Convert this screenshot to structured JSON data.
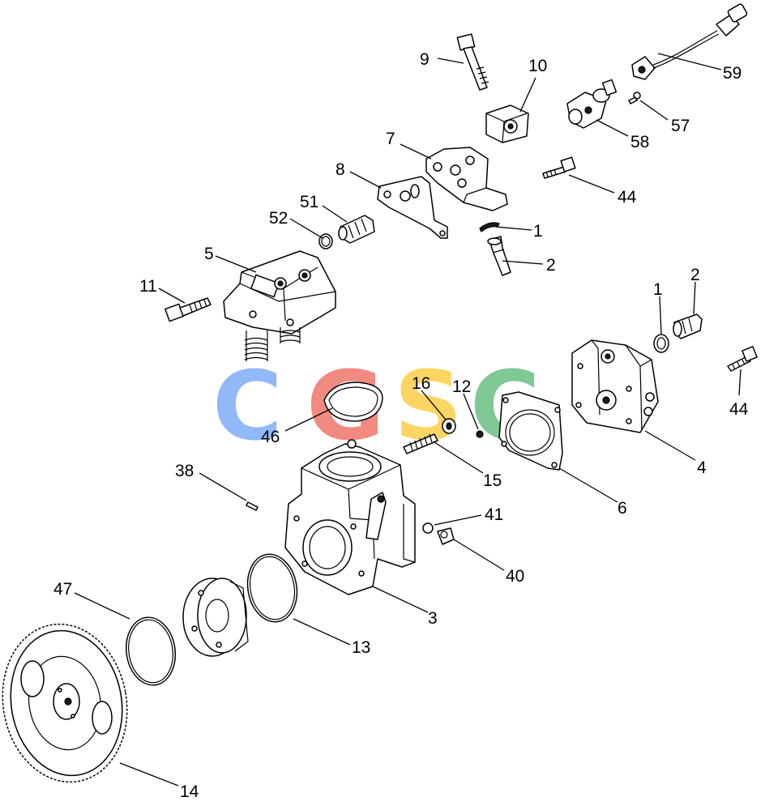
{
  "diagram": {
    "callouts": [
      {
        "id": "c9",
        "label": "9"
      },
      {
        "id": "c10",
        "label": "10"
      },
      {
        "id": "c59",
        "label": "59"
      },
      {
        "id": "c57",
        "label": "57"
      },
      {
        "id": "c58",
        "label": "58"
      },
      {
        "id": "c7",
        "label": "7"
      },
      {
        "id": "c8",
        "label": "8"
      },
      {
        "id": "c44a",
        "label": "44"
      },
      {
        "id": "c51",
        "label": "51"
      },
      {
        "id": "c52",
        "label": "52"
      },
      {
        "id": "c1a",
        "label": "1"
      },
      {
        "id": "c2a",
        "label": "2"
      },
      {
        "id": "c5",
        "label": "5"
      },
      {
        "id": "c11",
        "label": "11"
      },
      {
        "id": "c1b",
        "label": "1"
      },
      {
        "id": "c2b",
        "label": "2"
      },
      {
        "id": "c44b",
        "label": "44"
      },
      {
        "id": "c4",
        "label": "4"
      },
      {
        "id": "c16",
        "label": "16"
      },
      {
        "id": "c12",
        "label": "12"
      },
      {
        "id": "c46",
        "label": "46"
      },
      {
        "id": "c15",
        "label": "15"
      },
      {
        "id": "c6",
        "label": "6"
      },
      {
        "id": "c38",
        "label": "38"
      },
      {
        "id": "c41",
        "label": "41"
      },
      {
        "id": "c40",
        "label": "40"
      },
      {
        "id": "c3",
        "label": "3"
      },
      {
        "id": "c47",
        "label": "47"
      },
      {
        "id": "c13",
        "label": "13"
      },
      {
        "id": "c14",
        "label": "14"
      }
    ],
    "watermark": {
      "letters": [
        "C",
        "G",
        "S",
        "C"
      ],
      "colors": [
        "#4f8df5",
        "#ea4335",
        "#fbbc04",
        "#34a853"
      ]
    }
  }
}
